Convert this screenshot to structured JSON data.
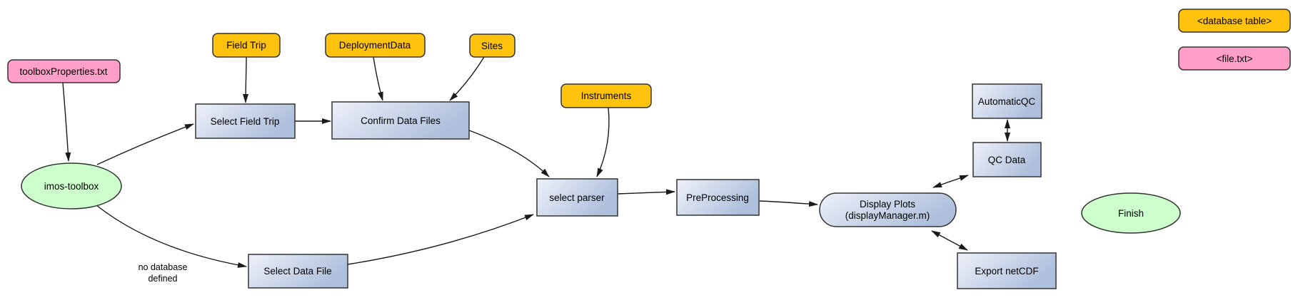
{
  "diagram_type": "flowchart",
  "colors": {
    "database_fill": "#ffc30d",
    "file_fill": "#ff9ec8",
    "terminal_fill": "#ccffcc",
    "process_fill_light": "#eef1f9",
    "process_fill_dark": "#aebfdc",
    "node_border": "#333333",
    "edge_stroke": "#1a1a1a",
    "text": "#000000",
    "background": "#ffffff"
  },
  "nodes": {
    "toolbox_properties": {
      "label": "toolboxProperties.txt",
      "type": "file"
    },
    "imos_toolbox": {
      "label": "imos-toolbox",
      "type": "start-ellipse"
    },
    "field_trip": {
      "label": "Field Trip",
      "type": "database-table"
    },
    "deployment_data": {
      "label": "DeploymentData",
      "type": "database-table"
    },
    "sites": {
      "label": "Sites",
      "type": "database-table"
    },
    "instruments": {
      "label": "Instruments",
      "type": "database-table"
    },
    "select_field_trip": {
      "label": "Select Field Trip",
      "type": "process"
    },
    "confirm_data_files": {
      "label": "Confirm Data Files",
      "type": "process"
    },
    "select_data_file": {
      "label": "Select Data File",
      "type": "process"
    },
    "select_parser": {
      "label": "select parser",
      "type": "process"
    },
    "preprocessing": {
      "label": "PreProcessing",
      "type": "process"
    },
    "display_plots": {
      "label_line1": "Display Plots",
      "label_line2": "(displayManager.m)",
      "type": "process-rounded"
    },
    "automatic_qc": {
      "label": "AutomaticQC",
      "type": "process"
    },
    "qc_data": {
      "label": "QC Data",
      "type": "process"
    },
    "export_netcdf": {
      "label": "Export netCDF",
      "type": "process"
    },
    "finish": {
      "label": "Finish",
      "type": "end-ellipse"
    }
  },
  "edge_labels": {
    "no_database": {
      "line1": "no database",
      "line2": "defined"
    }
  },
  "edges": [
    {
      "from": "toolboxProperties.txt",
      "to": "imos-toolbox",
      "bidirectional": false,
      "label": ""
    },
    {
      "from": "imos-toolbox",
      "to": "Select Field Trip",
      "bidirectional": false,
      "label": ""
    },
    {
      "from": "imos-toolbox",
      "to": "Select Data File",
      "bidirectional": false,
      "label": "no database defined"
    },
    {
      "from": "Field Trip",
      "to": "Select Field Trip",
      "bidirectional": false,
      "label": ""
    },
    {
      "from": "Select Field Trip",
      "to": "Confirm Data Files",
      "bidirectional": false,
      "label": ""
    },
    {
      "from": "DeploymentData",
      "to": "Confirm Data Files",
      "bidirectional": false,
      "label": ""
    },
    {
      "from": "Sites",
      "to": "Confirm Data Files",
      "bidirectional": false,
      "label": ""
    },
    {
      "from": "Confirm Data Files",
      "to": "select parser",
      "bidirectional": false,
      "label": ""
    },
    {
      "from": "Instruments",
      "to": "select parser",
      "bidirectional": false,
      "label": ""
    },
    {
      "from": "Select Data File",
      "to": "select parser",
      "bidirectional": false,
      "label": ""
    },
    {
      "from": "select parser",
      "to": "PreProcessing",
      "bidirectional": false,
      "label": ""
    },
    {
      "from": "PreProcessing",
      "to": "Display Plots (displayManager.m)",
      "bidirectional": false,
      "label": ""
    },
    {
      "from": "Display Plots (displayManager.m)",
      "to": "QC Data",
      "bidirectional": true,
      "label": ""
    },
    {
      "from": "QC Data",
      "to": "AutomaticQC",
      "bidirectional": true,
      "label": ""
    },
    {
      "from": "Display Plots (displayManager.m)",
      "to": "Export netCDF",
      "bidirectional": true,
      "label": ""
    }
  ],
  "legend": {
    "database_table": "<database table>",
    "file_txt": "<file.txt>"
  }
}
